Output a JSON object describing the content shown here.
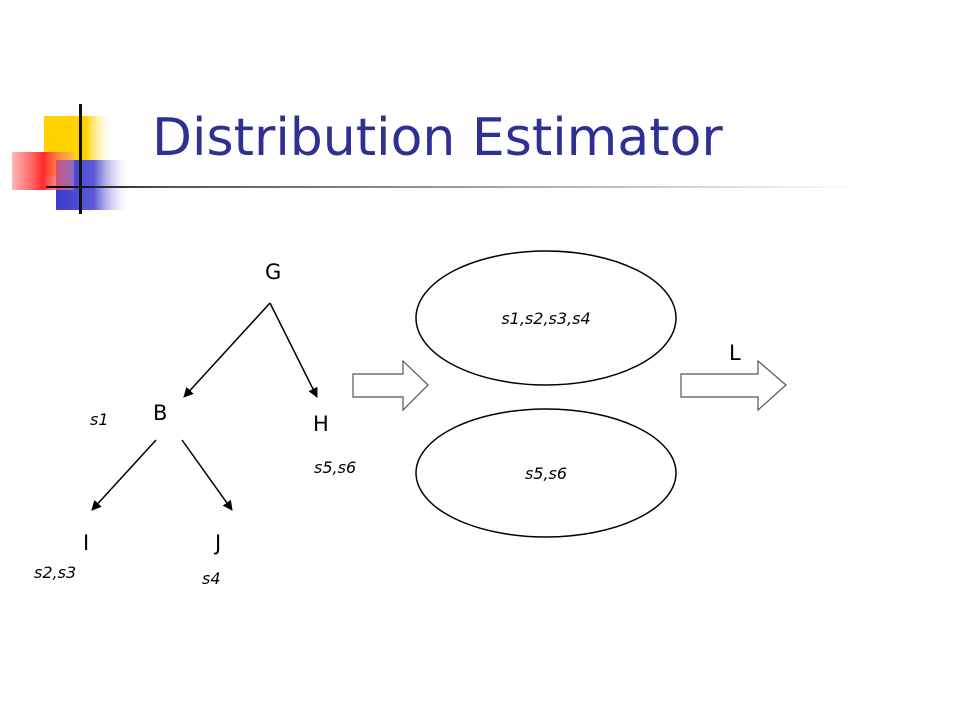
{
  "slide": {
    "title": "Distribution Estimator"
  },
  "colors": {
    "title": "#2e3192",
    "deco_yellow": "#ffd200",
    "deco_blue": "#3a3acc",
    "deco_red": "#ff3b3b",
    "arrow_fill": "#ffffff",
    "arrow_stroke": "#555555"
  },
  "tree": {
    "nodes": {
      "G": {
        "label": "G"
      },
      "B": {
        "label": "B",
        "set": "s1"
      },
      "H": {
        "label": "H",
        "set": "s5,s6"
      },
      "I": {
        "label": "I",
        "set": "s2,s3"
      },
      "J": {
        "label": "J",
        "set": "s4"
      }
    }
  },
  "clusters": [
    {
      "label": "s1,s2,s3,s4"
    },
    {
      "label": "s5,s6"
    }
  ],
  "output_label": "L"
}
